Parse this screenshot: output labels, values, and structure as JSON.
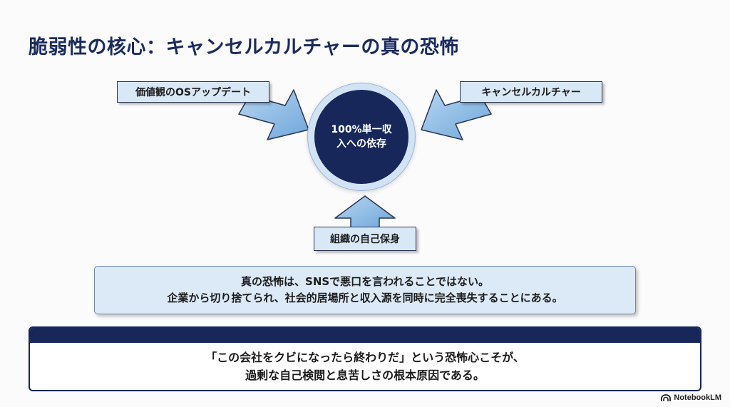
{
  "title": "脆弱性の核心：キャンセルカルチャーの真の恐怖",
  "diagram": {
    "left_label": "価値観のOSアップデート",
    "right_label": "キャンセルカルチャー",
    "bottom_label": "組織の自己保身",
    "center_line1": "100%単一収",
    "center_line2": "入への依存"
  },
  "statement": {
    "line1": "真の恐怖は、SNSで悪口を言われることではない。",
    "line2": "企業から切り捨てられ、社会的居場所と収入源を同時に完全喪失することにある。"
  },
  "conclusion": {
    "line1": "「この会社をクビになったら終わりだ」という恐怖心こそが、",
    "line2": "過剰な自己検閲と息苦しさの根本原因である。"
  },
  "logo": {
    "text": "NotebookLM",
    "icon": "notebooklm-logo-icon"
  },
  "colors": {
    "navy": "#17275a",
    "light_blue": "#d9e8f7",
    "arrow_blue": "#8fbce6"
  }
}
